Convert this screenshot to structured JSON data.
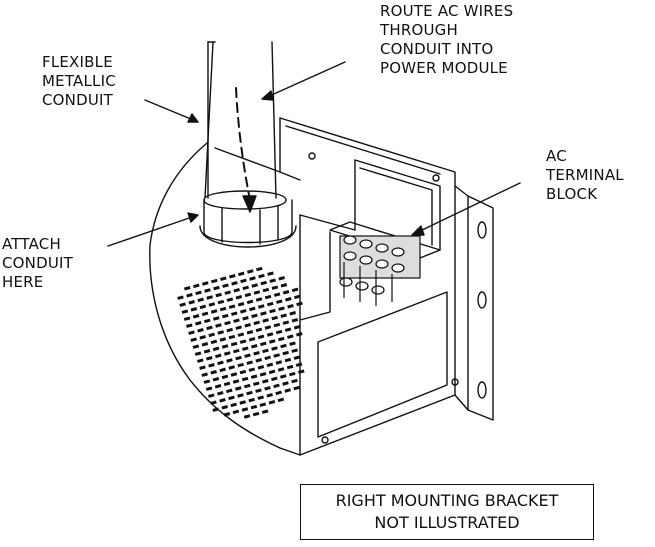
{
  "labels": {
    "flexible_conduit": [
      "FLEXIBLE",
      "METALLIC",
      "CONDUIT"
    ],
    "route_wires": [
      "ROUTE AC  WIRES",
      "THROUGH",
      "CONDUIT INTO",
      "POWER MODULE"
    ],
    "terminal_block": [
      "AC",
      "TERMINAL",
      "BLOCK"
    ],
    "attach_conduit": [
      "ATTACH",
      "CONDUIT",
      "HERE"
    ]
  },
  "note": [
    "RIGHT MOUNTING BRACKET",
    "NOT ILLUSTRATED"
  ]
}
